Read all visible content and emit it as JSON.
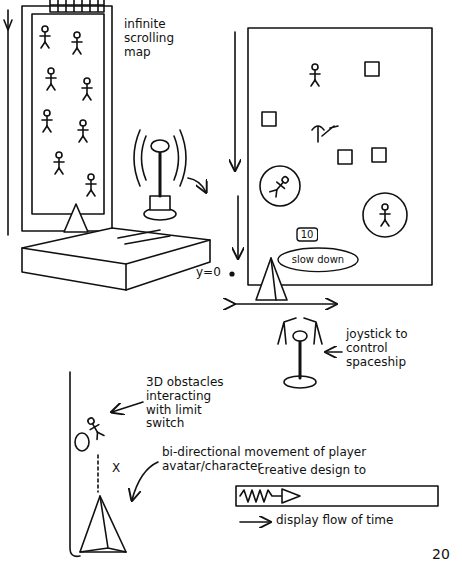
{
  "diagram": {
    "nodes": [
      {
        "text": [
          "10"
        ]
      },
      {
        "text": [
          "slow down"
        ]
      }
    ],
    "labels": [
      "infinite scrolling map",
      "y=0",
      "joystick to control spaceship",
      "3D obstacles interacting with limit switch",
      "X",
      "bi-directional movement of player avatar/character",
      "creative design to",
      "display flow of time",
      "20"
    ]
  }
}
